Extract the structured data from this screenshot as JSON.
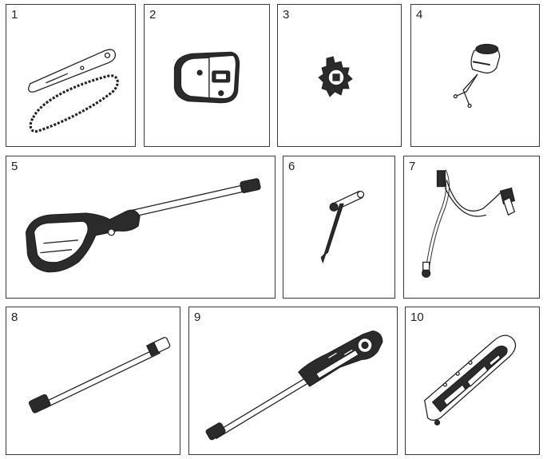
{
  "parts": [
    {
      "number": "1",
      "icon": "guide-bar-and-chain-icon"
    },
    {
      "number": "2",
      "icon": "chain-cover-icon"
    },
    {
      "number": "3",
      "icon": "sprocket-icon"
    },
    {
      "number": "4",
      "icon": "oil-cap-icon"
    },
    {
      "number": "5",
      "icon": "power-head-with-shaft-icon"
    },
    {
      "number": "6",
      "icon": "bar-wrench-screwdriver-icon"
    },
    {
      "number": "7",
      "icon": "shoulder-strap-icon"
    },
    {
      "number": "8",
      "icon": "extension-shaft-icon"
    },
    {
      "number": "9",
      "icon": "chainsaw-head-with-shaft-icon"
    },
    {
      "number": "10",
      "icon": "bar-scabbard-icon"
    }
  ]
}
